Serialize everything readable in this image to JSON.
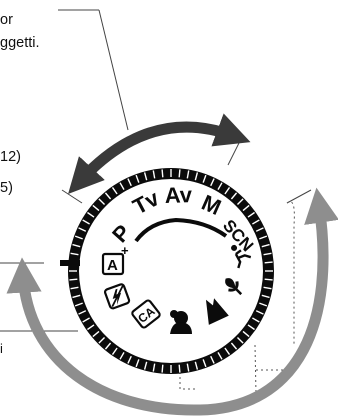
{
  "callouts": {
    "top_line1": "or",
    "top_line2": "ggetti.",
    "mid_line1": "12)",
    "mid_line2": "5)",
    "left_cut": "i"
  },
  "dial": {
    "modes": [
      {
        "label": "P"
      },
      {
        "label": "Tv"
      },
      {
        "label": "Av"
      },
      {
        "label": "M"
      },
      {
        "label": "SCN"
      },
      {
        "label": "A+"
      },
      {
        "label": "flash-off-icon"
      },
      {
        "label": "CA"
      },
      {
        "label": "portrait-icon"
      },
      {
        "label": "landscape-icon"
      },
      {
        "label": "close-up-icon"
      },
      {
        "label": "sports-icon"
      }
    ]
  },
  "colors": {
    "dial_fill": "#ffffff",
    "dial_ink": "#0b0b0b",
    "arrow_dark": "#3a3a3a",
    "arrow_gray": "#8e8e8e",
    "leader": "#444444"
  }
}
